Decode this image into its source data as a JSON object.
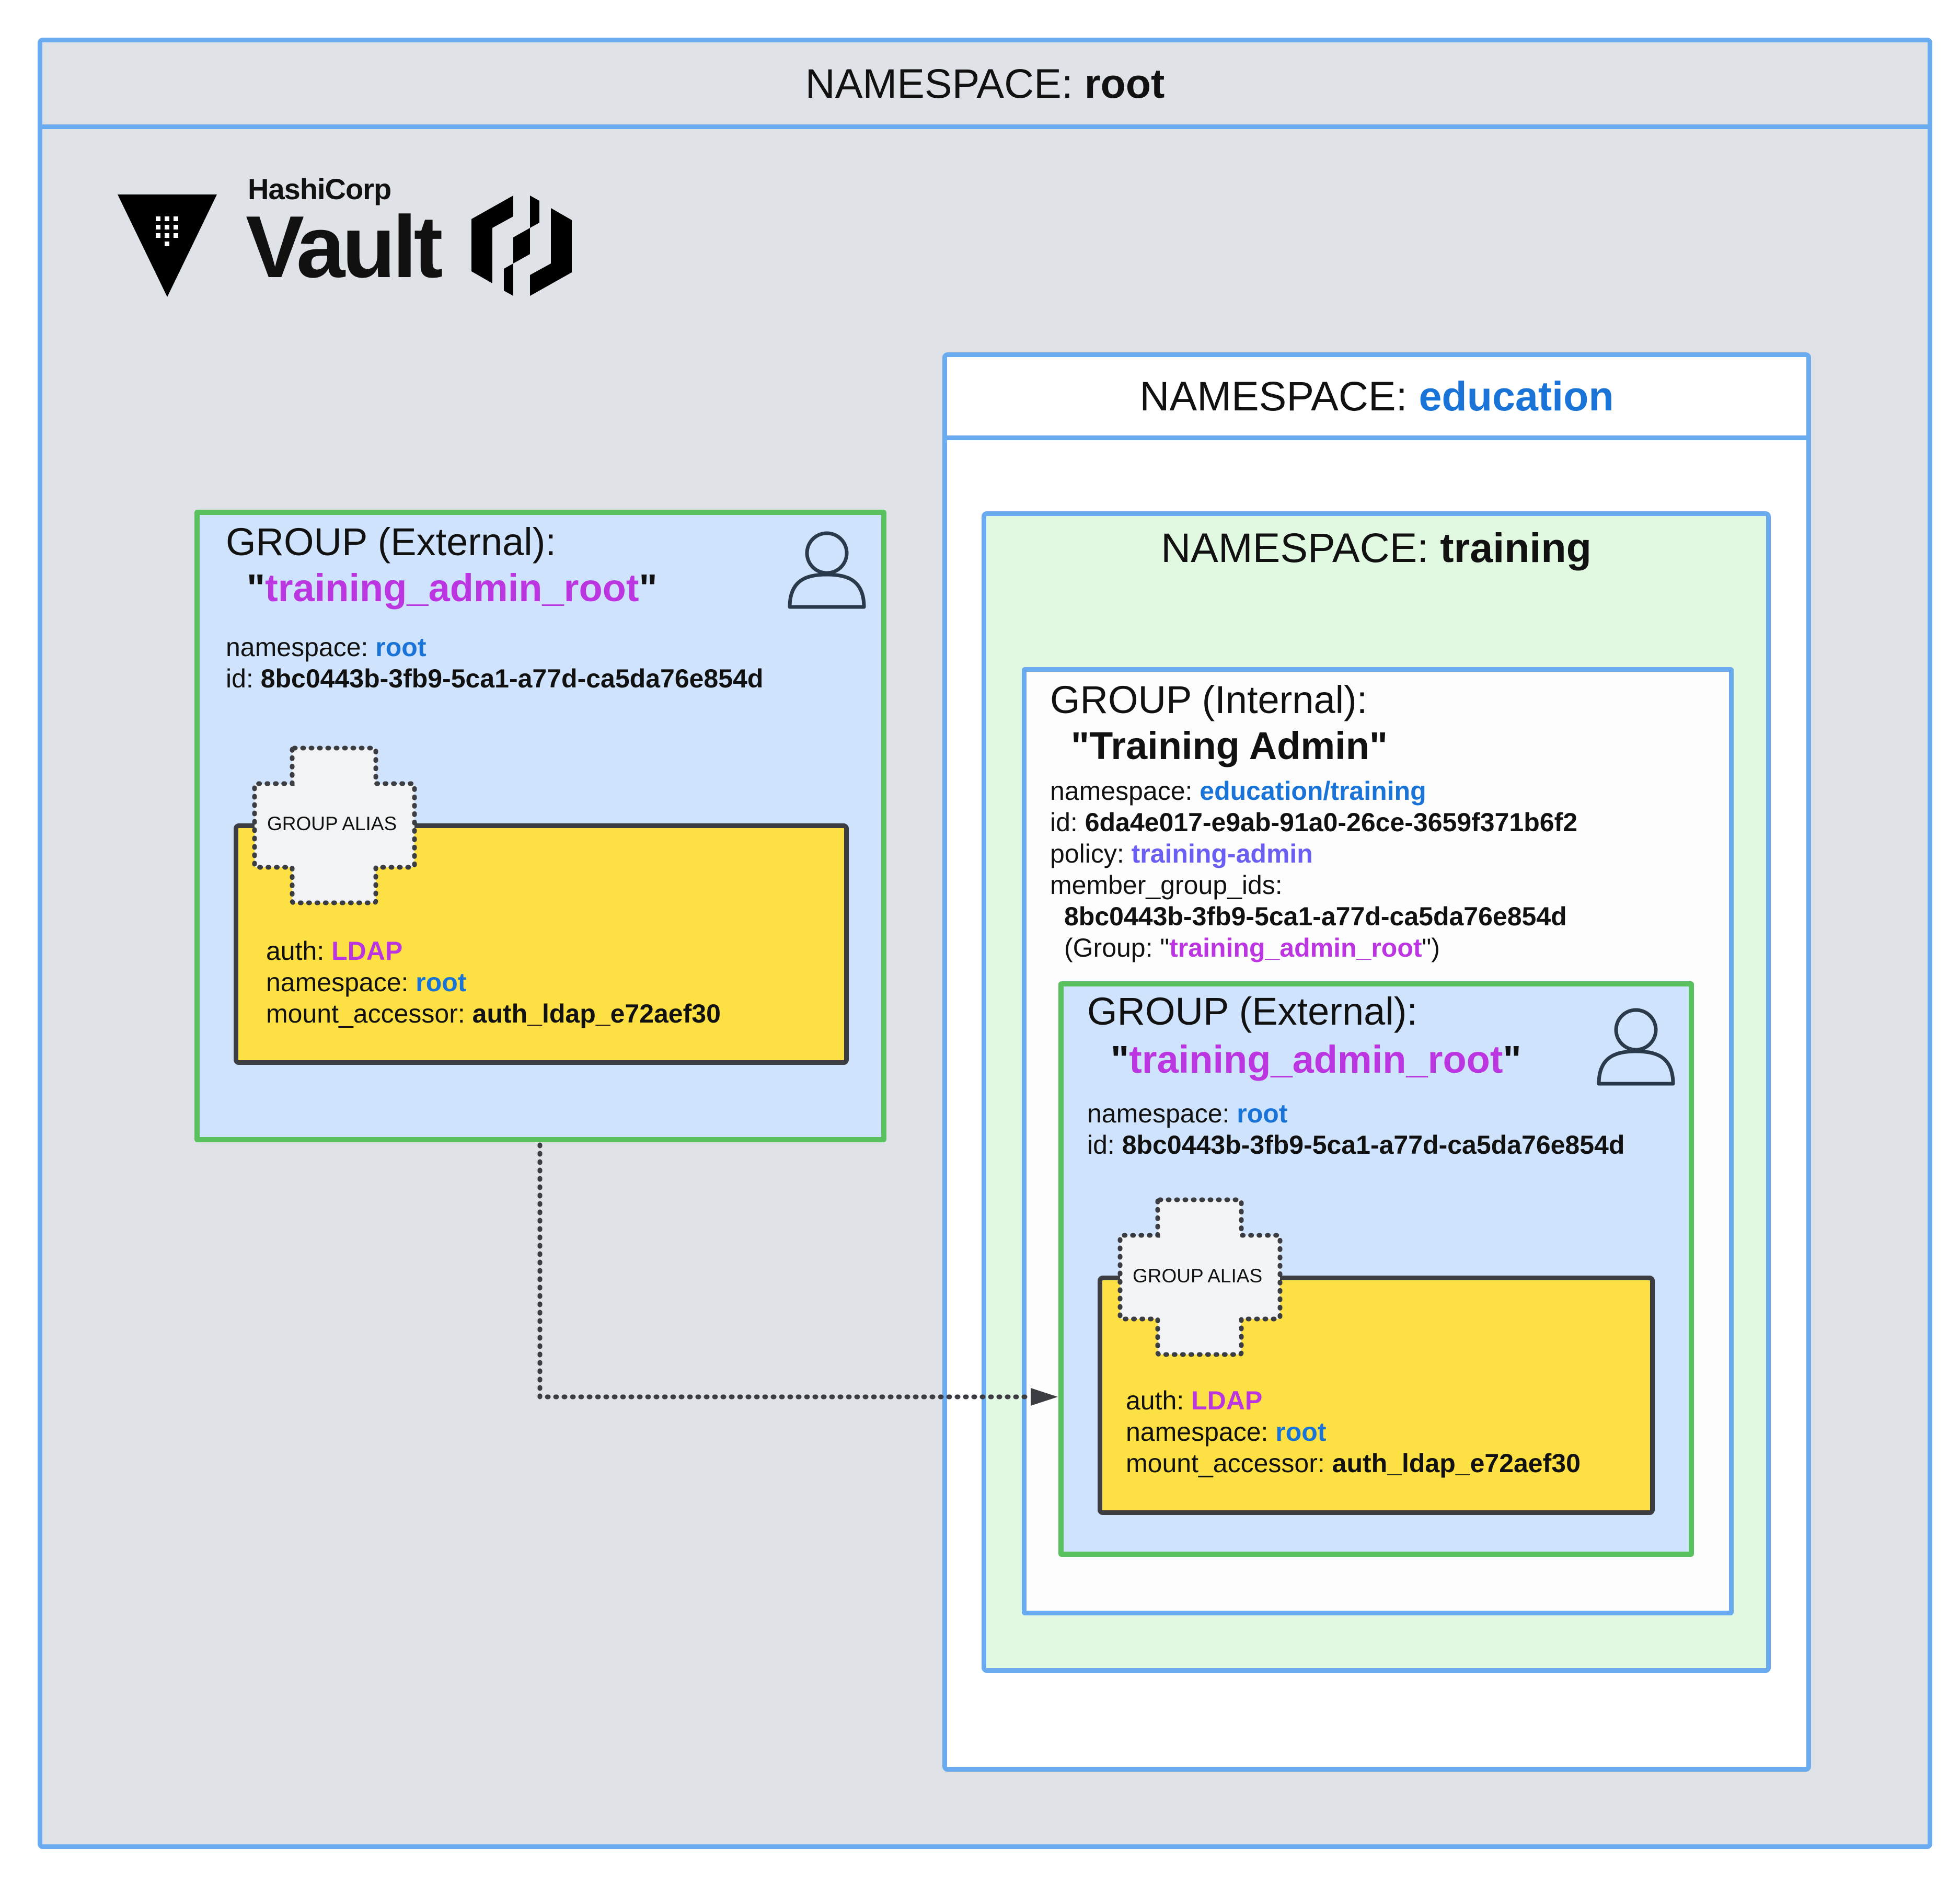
{
  "root_namespace": {
    "label": "NAMESPACE: ",
    "name": "root"
  },
  "logo": {
    "brand": "HashiCorp",
    "product": "Vault",
    "logo_icon": "vault-triangle-icon",
    "hashicorp_icon": "hashicorp-h-icon"
  },
  "left_group": {
    "title": "GROUP (External):",
    "name": "training_admin_root",
    "icon": "user-icon",
    "namespace_label": "namespace: ",
    "namespace_value": "root",
    "id_label": "id: ",
    "id_value": "8bc0443b-3fb9-5ca1-a77d-ca5da76e854d",
    "alias": {
      "badge": "GROUP ALIAS",
      "auth_label": "auth: ",
      "auth_value": "LDAP",
      "namespace_label": "namespace: ",
      "namespace_value": "root",
      "mount_label": "mount_accessor: ",
      "mount_value": "auth_ldap_e72aef30"
    }
  },
  "education_namespace": {
    "label": "NAMESPACE: ",
    "name": "education"
  },
  "training_namespace": {
    "label": "NAMESPACE: ",
    "name": "training"
  },
  "internal_group": {
    "title": "GROUP (Internal):",
    "name": "\"Training Admin\"",
    "namespace_label": "namespace: ",
    "namespace_value": "education/training",
    "id_label": "id: ",
    "id_value": "6da4e017-e9ab-91a0-26ce-3659f371b6f2",
    "policy_label": "policy: ",
    "policy_value": "training-admin",
    "member_label": "member_group_ids:",
    "member_value": "8bc0443b-3fb9-5ca1-a77d-ca5da76e854d",
    "member_group_prefix": "(Group: \"",
    "member_group_name": "training_admin_root",
    "member_group_suffix": "\")"
  },
  "right_group": {
    "title": "GROUP (External):",
    "name": "training_admin_root",
    "icon": "user-icon",
    "namespace_label": "namespace: ",
    "namespace_value": "root",
    "id_label": "id: ",
    "id_value": "8bc0443b-3fb9-5ca1-a77d-ca5da76e854d",
    "alias": {
      "badge": "GROUP ALIAS",
      "auth_label": "auth: ",
      "auth_value": "LDAP",
      "namespace_label": "namespace: ",
      "namespace_value": "root",
      "mount_label": "mount_accessor: ",
      "mount_value": "auth_ldap_e72aef30"
    }
  },
  "colors": {
    "namespace_border": "#6aabf0",
    "root_background": "#dfe2e6",
    "training_background": "#e2f9e1",
    "external_group_fill": "#cfe3fc",
    "external_group_border": "#5ac160",
    "alias_fill": "#fde043",
    "value_blue": "#1a73d6",
    "value_purple": "#bb35e0",
    "policy_violet": "#6b5ef2"
  }
}
